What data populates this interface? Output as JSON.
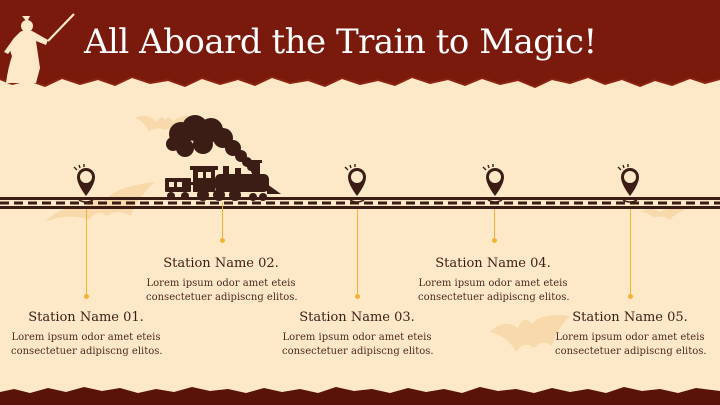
{
  "slide": {
    "title": "All Aboard the Train to Magic!",
    "colors": {
      "header": "#7a1a0d",
      "background": "#fde9c8",
      "accent": "#f4b233",
      "ink": "#3b1d16"
    }
  },
  "stations": [
    {
      "name": "Station Name 01.",
      "line1": "Lorem ipsum odor amet eteis",
      "line2": "consectetuer adipiscng elitos."
    },
    {
      "name": "Station Name 02.",
      "line1": "Lorem ipsum odor amet eteis",
      "line2": "consectetuer adipiscng elitos."
    },
    {
      "name": "Station Name 03.",
      "line1": "Lorem ipsum odor amet eteis",
      "line2": "consectetuer adipiscng elitos."
    },
    {
      "name": "Station Name 04.",
      "line1": "Lorem ipsum odor amet eteis",
      "line2": "consectetuer adipiscng elitos."
    },
    {
      "name": "Station Name 05.",
      "line1": "Lorem ipsum odor amet eteis",
      "line2": "consectetuer adipiscng elitos."
    }
  ],
  "icons": [
    "wizard-silhouette-icon",
    "steam-train-icon",
    "location-pin-icon",
    "bat-icon"
  ]
}
